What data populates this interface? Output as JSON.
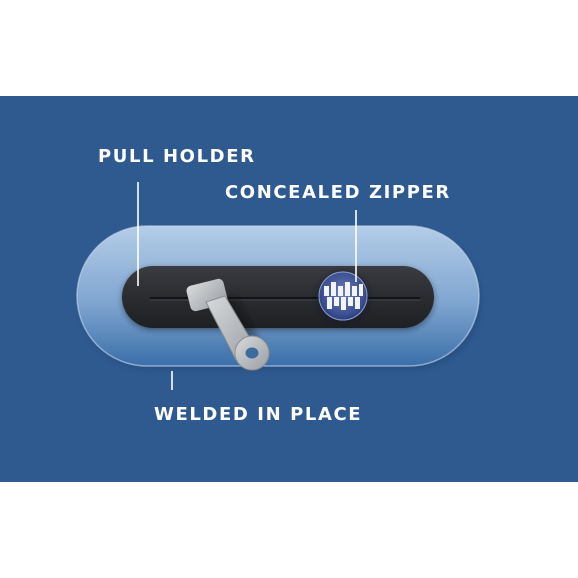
{
  "labels": {
    "pull_holder": "PULL HOLDER",
    "concealed_zipper": "CONCEALED ZIPPER",
    "welded_in_place": "WELDED IN PLACE"
  },
  "colors": {
    "background": "#2e5a90",
    "pocket_top": "#a9c4e2",
    "pocket_bottom": "#3a6ea8",
    "zipper_track": "#2b2d31",
    "pull": "#b9bcbf",
    "label_text": "#ffffff"
  }
}
